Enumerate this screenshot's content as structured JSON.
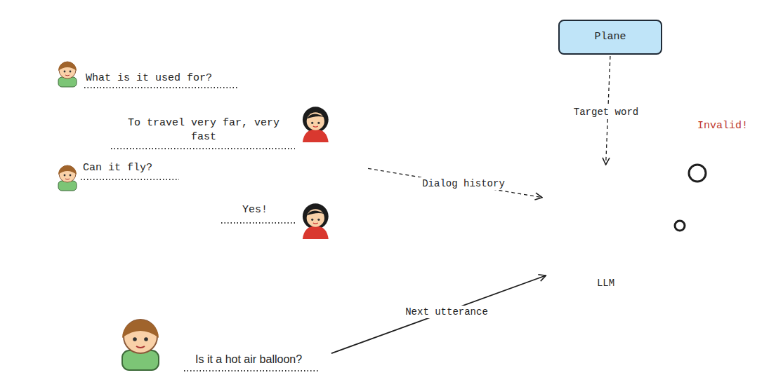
{
  "diagram": {
    "nodes": [
      {
        "text": [
          "What is it used for?",
          "To travel very far, very fast",
          "Can it fly?",
          "Yes!"
        ]
      },
      {
        "text": [
          "Plane"
        ]
      },
      {
        "text": [
          "LLM"
        ]
      },
      {
        "text": [
          "Invalid!"
        ]
      },
      {
        "text": [
          "Is it a hot air balloon?"
        ]
      }
    ],
    "edges": [
      {
        "from": 1,
        "to": 2,
        "label": "Target word",
        "arrow": "to"
      },
      {
        "from": 0,
        "to": 2,
        "label": "Dialog history",
        "arrow": "to"
      },
      {
        "from": 4,
        "to": 2,
        "label": "Next utterance",
        "arrow": "to"
      }
    ]
  }
}
